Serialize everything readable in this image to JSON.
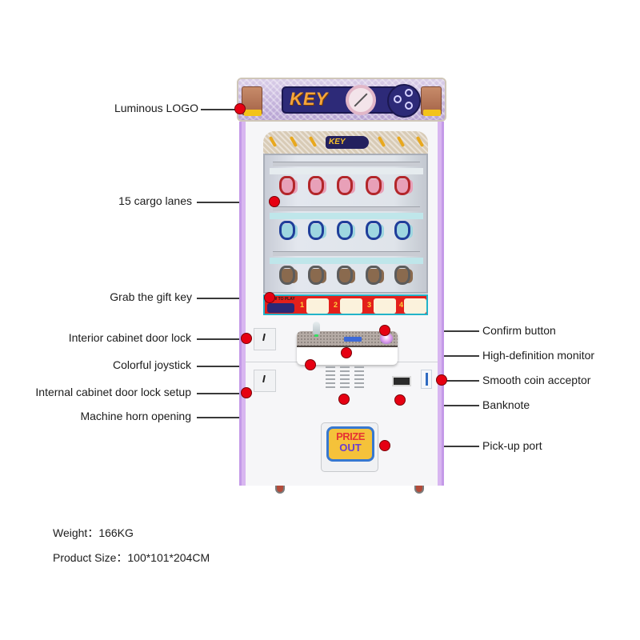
{
  "product": {
    "name": "KEY",
    "logo_text": "KEY",
    "pickup_text_line1": "PRIZE",
    "pickup_text_line2": "OUT",
    "howto_title": "HOW TO PLAY",
    "howto_steps": [
      "1",
      "2",
      "3",
      "4"
    ]
  },
  "callouts": {
    "left": [
      {
        "id": "luminous-logo",
        "label": "Luminous LOGO"
      },
      {
        "id": "cargo-lanes",
        "label": "15 cargo lanes"
      },
      {
        "id": "grab-gift-key",
        "label": "Grab the gift key"
      },
      {
        "id": "interior-lock",
        "label": "Interior cabinet door lock"
      },
      {
        "id": "joystick",
        "label": "Colorful joystick"
      },
      {
        "id": "internal-lock-setup",
        "label": "Internal cabinet door lock setup"
      },
      {
        "id": "horn",
        "label": "Machine horn opening"
      }
    ],
    "right": [
      {
        "id": "confirm",
        "label": "Confirm button"
      },
      {
        "id": "monitor",
        "label": "High-definition monitor"
      },
      {
        "id": "coin",
        "label": "Smooth coin acceptor"
      },
      {
        "id": "banknote",
        "label": "Banknote"
      },
      {
        "id": "pickup",
        "label": "Pick-up port"
      }
    ]
  },
  "specs": {
    "weight": "Weight：166KG",
    "size": "Product Size：100*101*204CM"
  },
  "colors": {
    "callout_dot": "#e60012",
    "cabinet_trim": "#d8b6f0",
    "logo_banner": "#2d2a78",
    "howto_bg": "#e3201b"
  }
}
